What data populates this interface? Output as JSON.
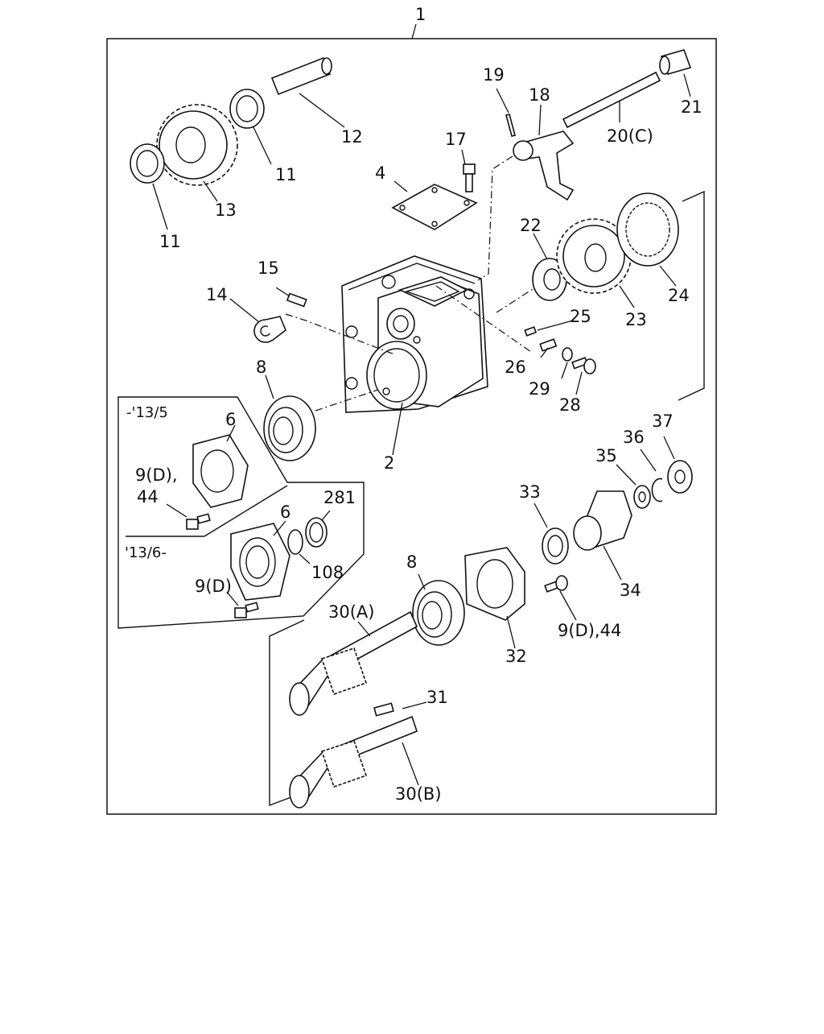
{
  "diagram": {
    "callouts": [
      {
        "id": "c1",
        "text": "1"
      },
      {
        "id": "c2",
        "text": "2"
      },
      {
        "id": "c4",
        "text": "4"
      },
      {
        "id": "c6a",
        "text": "6"
      },
      {
        "id": "c6b",
        "text": "6"
      },
      {
        "id": "c8a",
        "text": "8"
      },
      {
        "id": "c8b",
        "text": "8"
      },
      {
        "id": "c9a",
        "text": "9(D),"
      },
      {
        "id": "c9b",
        "text": "9(D)"
      },
      {
        "id": "c9c",
        "text": "9(D),44"
      },
      {
        "id": "c11a",
        "text": "11"
      },
      {
        "id": "c11b",
        "text": "11"
      },
      {
        "id": "c12",
        "text": "12"
      },
      {
        "id": "c13",
        "text": "13"
      },
      {
        "id": "c14",
        "text": "14"
      },
      {
        "id": "c15",
        "text": "15"
      },
      {
        "id": "c17",
        "text": "17"
      },
      {
        "id": "c18",
        "text": "18"
      },
      {
        "id": "c19",
        "text": "19"
      },
      {
        "id": "c20",
        "text": "20(C)"
      },
      {
        "id": "c21",
        "text": "21"
      },
      {
        "id": "c22",
        "text": "22"
      },
      {
        "id": "c23",
        "text": "23"
      },
      {
        "id": "c24",
        "text": "24"
      },
      {
        "id": "c25",
        "text": "25"
      },
      {
        "id": "c26",
        "text": "26"
      },
      {
        "id": "c28",
        "text": "28"
      },
      {
        "id": "c29",
        "text": "29"
      },
      {
        "id": "c30a",
        "text": "30(A)"
      },
      {
        "id": "c30b",
        "text": "30(B)"
      },
      {
        "id": "c31",
        "text": "31"
      },
      {
        "id": "c32",
        "text": "32"
      },
      {
        "id": "c33",
        "text": "33"
      },
      {
        "id": "c34",
        "text": "34"
      },
      {
        "id": "c35",
        "text": "35"
      },
      {
        "id": "c36",
        "text": "36"
      },
      {
        "id": "c37",
        "text": "37"
      },
      {
        "id": "c44",
        "text": "44"
      },
      {
        "id": "c108",
        "text": "108"
      },
      {
        "id": "c281",
        "text": "281"
      }
    ],
    "notes": {
      "before": "-'13/5",
      "after": "'13/6-"
    }
  }
}
